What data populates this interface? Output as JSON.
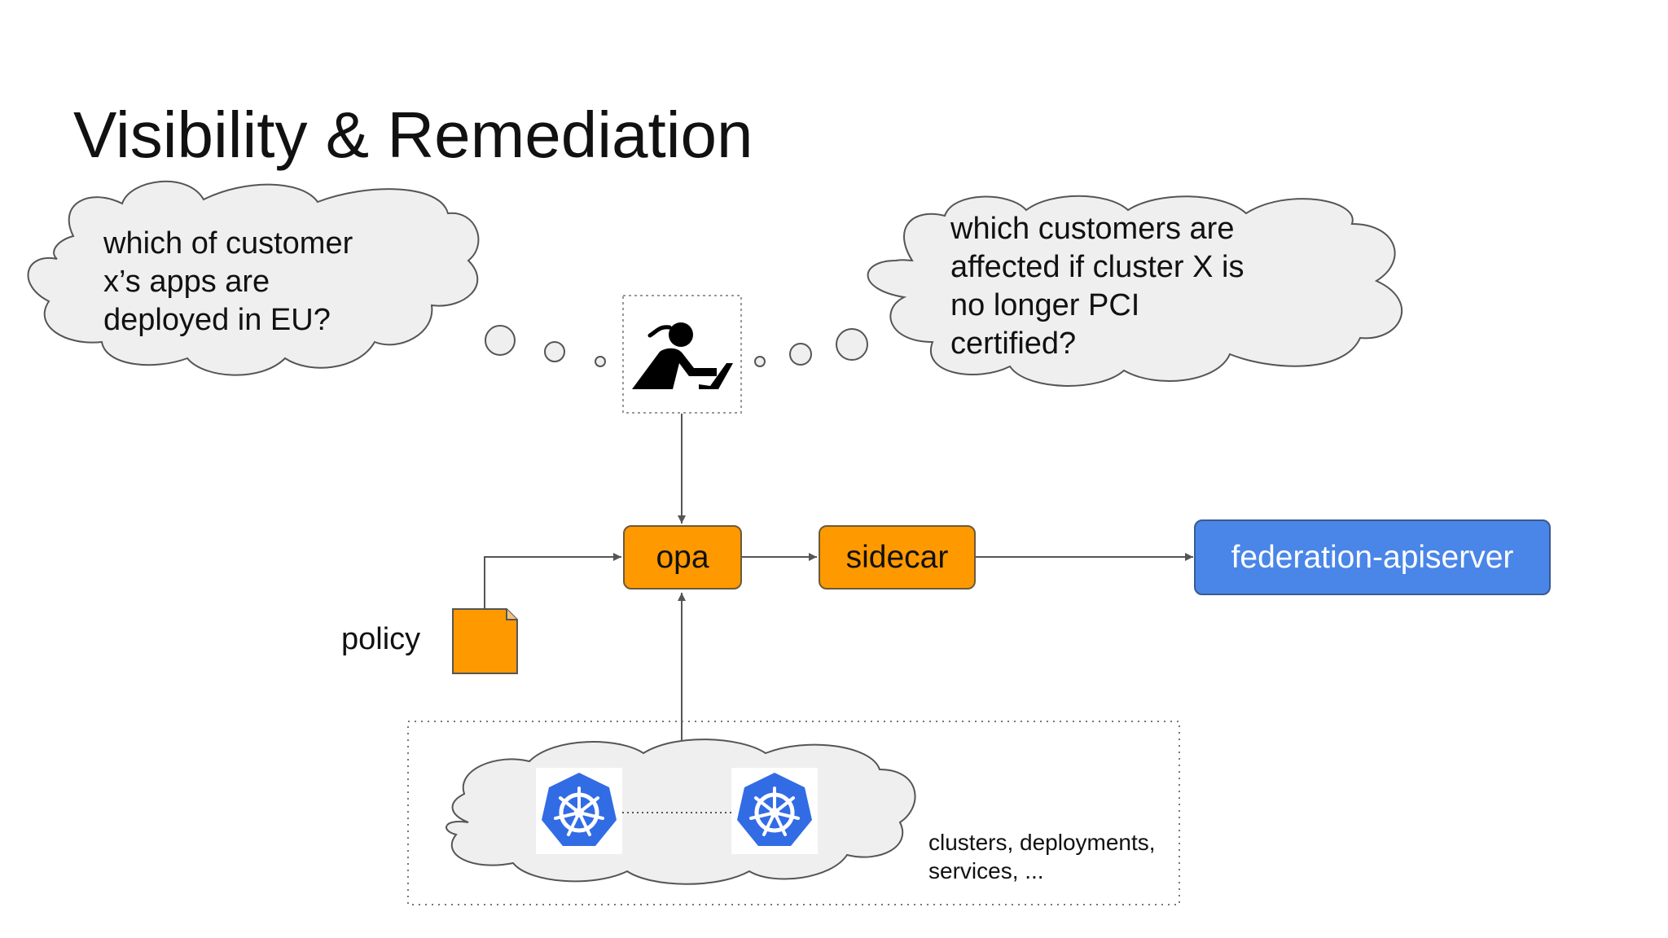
{
  "slide": {
    "title": "Visibility & Remediation"
  },
  "thoughts": {
    "left": {
      "lines": [
        "which of customer",
        "x’s apps are",
        "deployed in EU?"
      ]
    },
    "right": {
      "lines": [
        "which customers are",
        "affected if cluster X is",
        "no longer PCI",
        "certified?"
      ]
    }
  },
  "user": {
    "icon": "person-at-laptop-icon"
  },
  "flow": {
    "opa": "opa",
    "sidecar": "sidecar",
    "federation": "federation-apiserver"
  },
  "policy": {
    "label": "policy",
    "icon": "document-icon"
  },
  "clusters": {
    "icon": "kubernetes-wheel-icon",
    "caption_lines": [
      "clusters, deployments,",
      "services, ..."
    ]
  },
  "colors": {
    "orange": "#ff9900",
    "blue": "#4a86e8",
    "kubernetes_blue": "#326ce5",
    "cloud_fill": "#efefef",
    "cloud_stroke": "#555555"
  }
}
